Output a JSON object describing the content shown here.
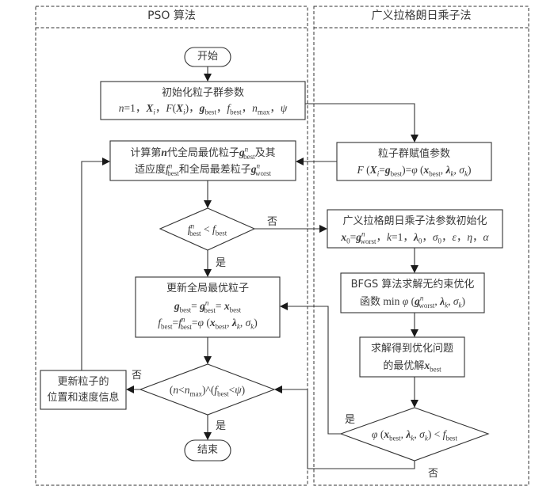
{
  "panels": {
    "left_title": "PSO 算法",
    "right_title": "广义拉格朗日乘子法"
  },
  "nodes": {
    "start": "开始",
    "init_title": "初始化粒子群参数",
    "init_params": "n=1, X_i, F(X_i), g_best, f_best, n_max, ψ",
    "compute_line1": "计算第 n 代全局最优粒子 g^n_best 及其",
    "compute_line2": "适应度 f^n_best 和全局最差粒子 g^n_worst",
    "compare_cond": "f^n_best < f_best",
    "update_title": "更新全局最优粒子",
    "update_eq1": "g_best = g^n_best = x_best",
    "update_eq2": "f_best = f^n_best = φ(x_best, λ_k, σ_k)",
    "term_cond": "(n<n_max) ^ (f_best<ψ)",
    "update_particles_line1": "更新粒子的",
    "update_particles_line2": "位置和速度信息",
    "end": "结束",
    "assign_title": "粒子群赋值参数",
    "assign_eq": "F(X_i=g_best)=φ(x_best, λ_k, σ_k)",
    "lagr_init_title": "广义拉格朗日乘子法参数初始化",
    "lagr_init_params": "x_0=g^n_worst, k=1, λ_0, σ_0, ε, η, α",
    "bfgs_line1": "BFGS 算法求解无约束优化",
    "bfgs_line2": "函数 min φ(g^n_worst, λ_k, σ_k)",
    "solve_line1": "求解得到优化问题",
    "solve_line2": "的最优解 x_best",
    "lagr_cond": "φ(x_best, λ_k, σ_k) < f_best"
  },
  "labels": {
    "yes": "是",
    "no": "否",
    "compare_no": "否",
    "compare_yes": "是",
    "term_no": "否",
    "term_yes": "是",
    "lagr_yes": "是",
    "lagr_no": "否"
  },
  "text_parts": {
    "compute_a": "计算第",
    "compute_b": "代全局最优粒子",
    "compute_c": "及其",
    "compute_d": "适应度",
    "compute_e": "和全局最差粒子",
    "update_title": "更新全局最优粒子",
    "bfgs_a": "BFGS 算法求解无约束优化",
    "bfgs_b": "函数",
    "solve_a": "求解得到优化问题",
    "solve_b": "的最优解"
  }
}
